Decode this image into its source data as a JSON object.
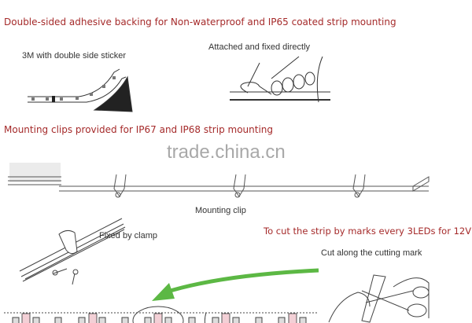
{
  "section_adhesive": {
    "title": "Double-sided adhesive backing for Non-waterproof and IP65 coated strip mounting",
    "label_sticker": "3M with double side sticker",
    "label_attached": "Attached and fixed directly"
  },
  "section_clips": {
    "title": "Mounting clips provided for IP67 and IP68 strip mounting",
    "label_clip": "Mounting clip",
    "label_clamp": "Fixed by clamp"
  },
  "section_cut": {
    "title": "To cut the strip by marks every 3LEDs for 12V",
    "label_cut": "Cut along the cutting mark",
    "arrow_color": "#5cb844"
  },
  "watermark": "trade.china.cn",
  "colors": {
    "heading": "#a52a2a",
    "text": "#333333"
  }
}
